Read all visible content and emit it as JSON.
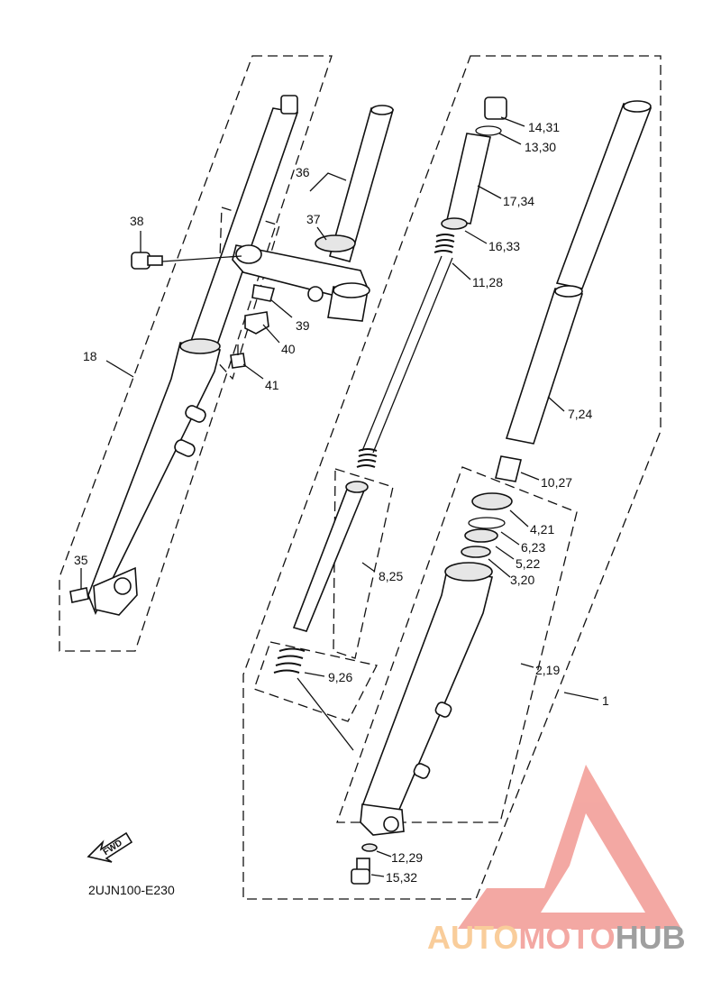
{
  "diagram": {
    "code": "2UJN100-E230",
    "fwd_label": "FWD",
    "callouts": {
      "c1": "1",
      "c2_19": "2,19",
      "c3_20": "3,20",
      "c4_21": "4,21",
      "c5_22": "5,22",
      "c6_23": "6,23",
      "c7_24": "7,24",
      "c8_25": "8,25",
      "c9_26": "9,26",
      "c10_27": "10,27",
      "c11_28": "11,28",
      "c12_29": "12,29",
      "c13_30": "13,30",
      "c14_31": "14,31",
      "c15_32": "15,32",
      "c16_33": "16,33",
      "c17_34": "17,34",
      "c18": "18",
      "c35": "35",
      "c36": "36",
      "c37": "37",
      "c38": "38",
      "c39": "39",
      "c40": "40",
      "c41": "41"
    }
  },
  "watermark": {
    "part1": "AUTO",
    "part2": "MOTO",
    "part3": "HUB",
    "color_light": "#f8c58a",
    "color_red": "#f29a93",
    "color_grey": "#8f8f8f"
  }
}
